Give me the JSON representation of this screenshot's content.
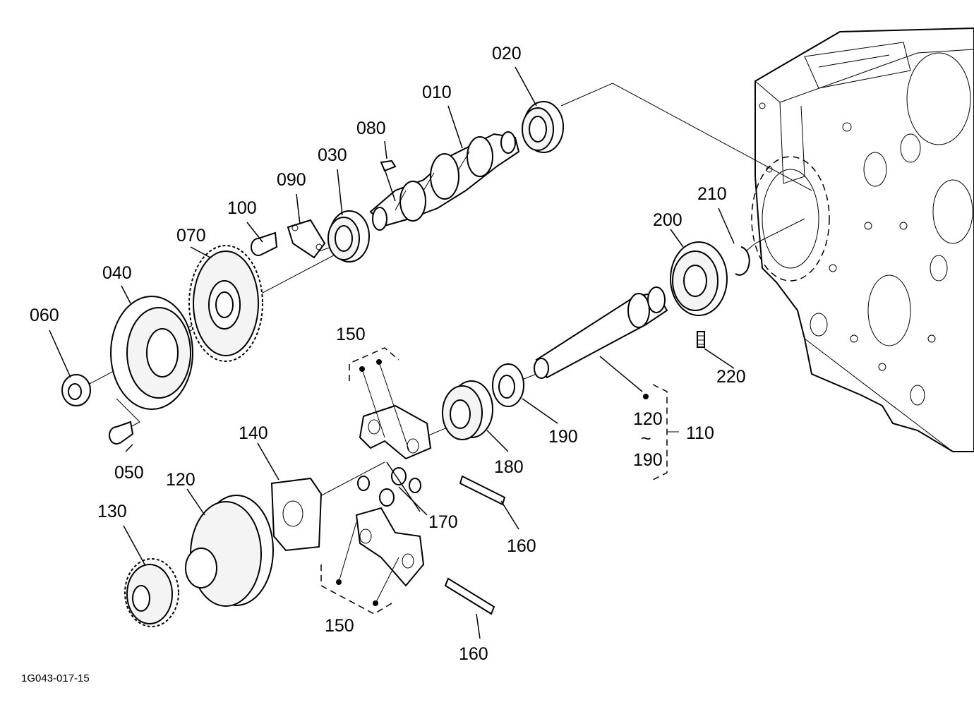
{
  "diagram_code": "1G043-017-15",
  "callouts": [
    {
      "id": "p010",
      "text": "010"
    },
    {
      "id": "p020",
      "text": "020"
    },
    {
      "id": "p030",
      "text": "030"
    },
    {
      "id": "p040",
      "text": "040"
    },
    {
      "id": "p050",
      "text": "050"
    },
    {
      "id": "p060",
      "text": "060"
    },
    {
      "id": "p070",
      "text": "070"
    },
    {
      "id": "p080",
      "text": "080"
    },
    {
      "id": "p090",
      "text": "090"
    },
    {
      "id": "p100",
      "text": "100"
    },
    {
      "id": "p110",
      "text": "110"
    },
    {
      "id": "p120a",
      "text": "120"
    },
    {
      "id": "p120b",
      "text": "120"
    },
    {
      "id": "p130",
      "text": "130"
    },
    {
      "id": "p140",
      "text": "140"
    },
    {
      "id": "p150a",
      "text": "150"
    },
    {
      "id": "p150b",
      "text": "150"
    },
    {
      "id": "p160a",
      "text": "160"
    },
    {
      "id": "p160b",
      "text": "160"
    },
    {
      "id": "p170",
      "text": "170"
    },
    {
      "id": "p180",
      "text": "180"
    },
    {
      "id": "p190a",
      "text": "190"
    },
    {
      "id": "p190b",
      "text": "190"
    },
    {
      "id": "p200",
      "text": "200"
    },
    {
      "id": "p210",
      "text": "210"
    },
    {
      "id": "p220",
      "text": "220"
    }
  ],
  "range_separator": "~"
}
